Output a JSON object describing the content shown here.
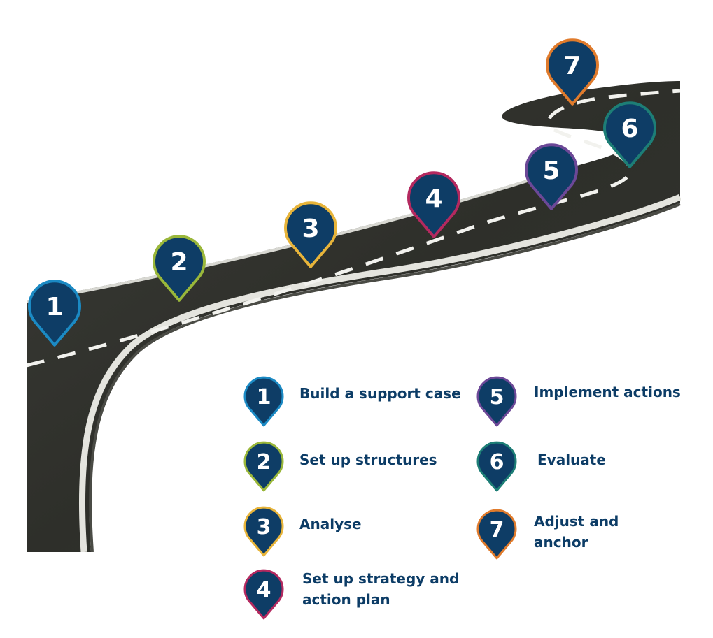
{
  "colors": {
    "pin_fill": "#0e3d66",
    "number": "#ffffff",
    "label": "#0c3c66",
    "road": "#2f302b",
    "road_edge": "#e6e6e0",
    "dash": "#f2f2ee"
  },
  "steps": [
    {
      "number": "1",
      "label": "Build a support case",
      "ring": "#1b8ac4"
    },
    {
      "number": "2",
      "label": "Set up structures",
      "ring": "#9ab73a"
    },
    {
      "number": "3",
      "label": "Analyse",
      "ring": "#e7b43a"
    },
    {
      "number": "4",
      "label": "Set up strategy and\naction plan",
      "ring": "#b4295f"
    },
    {
      "number": "5",
      "label": "Implement actions",
      "ring": "#6c4897"
    },
    {
      "number": "6",
      "label": "Evaluate",
      "ring": "#1d7e76"
    },
    {
      "number": "7",
      "label": "Adjust and\nanchor",
      "ring": "#e07b2c"
    }
  ]
}
